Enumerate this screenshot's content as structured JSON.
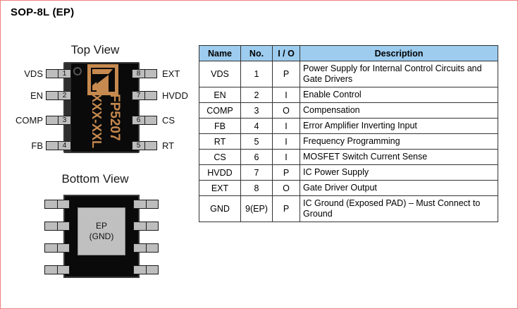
{
  "package": {
    "title": "SOP-8L (EP)"
  },
  "views": {
    "top": {
      "caption": "Top View",
      "marking_line1": "FP5207",
      "marking_line2": "XXX-XXL",
      "logo_color": "#c6894f",
      "body_color": "#0a0a0a",
      "pins_left": [
        {
          "label": "VDS",
          "number": "1"
        },
        {
          "label": "EN",
          "number": "2"
        },
        {
          "label": "COMP",
          "number": "3"
        },
        {
          "label": "FB",
          "number": "4"
        }
      ],
      "pins_right": [
        {
          "label": "EXT",
          "number": "8"
        },
        {
          "label": "HVDD",
          "number": "7"
        },
        {
          "label": "CS",
          "number": "6"
        },
        {
          "label": "RT",
          "number": "5"
        }
      ]
    },
    "bottom": {
      "caption": "Bottom View",
      "pad_line1": "EP",
      "pad_line2": "(GND)"
    }
  },
  "table": {
    "header_color": "#9dccef",
    "columns": [
      "Name",
      "No.",
      "I / O",
      "Description"
    ],
    "rows": [
      {
        "name": "VDS",
        "no": "1",
        "io": "P",
        "desc": "Power Supply for Internal Control Circuits and Gate Drivers"
      },
      {
        "name": "EN",
        "no": "2",
        "io": "I",
        "desc": "Enable Control"
      },
      {
        "name": "COMP",
        "no": "3",
        "io": "O",
        "desc": "Compensation"
      },
      {
        "name": "FB",
        "no": "4",
        "io": "I",
        "desc": "Error Amplifier Inverting Input"
      },
      {
        "name": "RT",
        "no": "5",
        "io": "I",
        "desc": "Frequency Programming"
      },
      {
        "name": "CS",
        "no": "6",
        "io": "I",
        "desc": "MOSFET Switch Current Sense"
      },
      {
        "name": "HVDD",
        "no": "7",
        "io": "P",
        "desc": "IC Power Supply"
      },
      {
        "name": "EXT",
        "no": "8",
        "io": "O",
        "desc": "Gate Driver Output"
      },
      {
        "name": "GND",
        "no": "9(EP)",
        "io": "P",
        "desc": "IC Ground (Exposed PAD) – Must Connect to Ground"
      }
    ]
  }
}
